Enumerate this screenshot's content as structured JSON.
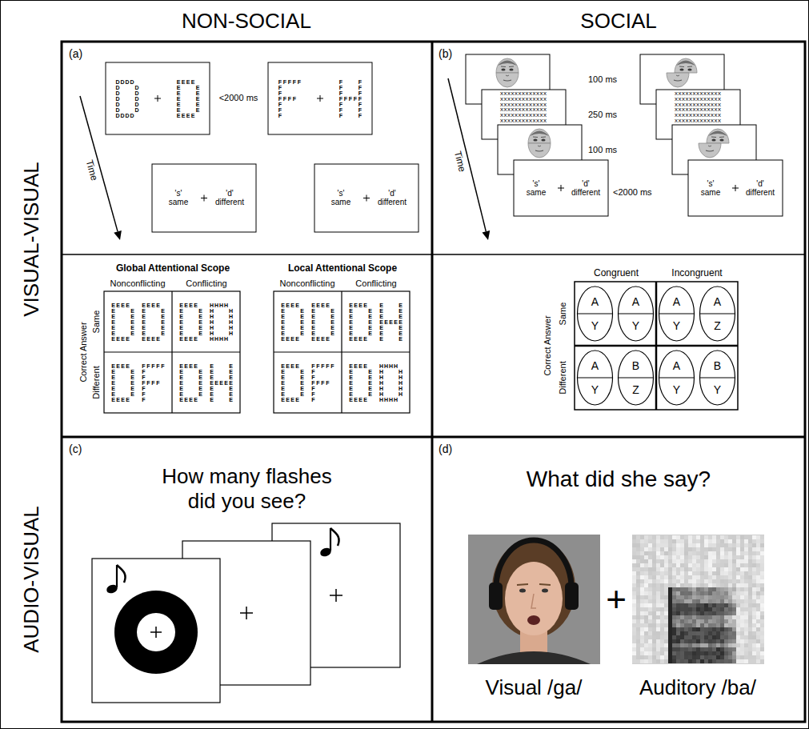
{
  "diagram": {
    "nodes": [
      {
        "text": [
          "(a)"
        ]
      },
      {
        "text": [
          "D",
          "E"
        ],
        "in": 0
      },
      {
        "text": [
          "'s' same",
          "'d' different"
        ],
        "in": 0
      },
      {
        "text": [
          "F",
          "F"
        ],
        "in": 0
      },
      {
        "text": [
          "'s' same",
          "'d' different"
        ],
        "in": 0
      },
      {
        "text": [
          "(b)"
        ]
      },
      {
        "text": [
          "xxxxxxxxxxxxx xxxxxxxxxxxxx xxxxxxxxxxxxx xxxxxxxxxxxxx xxxxxxxxxxxxx xxxxxxxxxxxxx"
        ],
        "in": 5
      },
      {
        "text": [
          "'s' same",
          "'d' different"
        ],
        "in": 5
      },
      {
        "text": [
          "xxxxxxxxxxxxx xxxxxxxxxxxxx xxxxxxxxxxxxx xxxxxxxxxxxxx xxxxxxxxxxxxx xxxxxxxxxxxxx"
        ],
        "in": 5
      },
      {
        "text": [
          "'s' same",
          "'d' different"
        ],
        "in": 5
      },
      {
        "text": [
          "(c)",
          "How many flashes did you see?"
        ]
      },
      {
        "text": [
          "(d)",
          "What did she say?"
        ]
      }
    ],
    "labels": [
      "NON-SOCIAL",
      "SOCIAL",
      "VISUAL-VISUAL",
      "AUDIO-VISUAL",
      "<2000 ms",
      "Time",
      "Global Attentional Scope",
      "Nonconflicting",
      "Conflicting",
      "Local Attentional Scope",
      "Nonconflicting",
      "Conflicting",
      "Correct Answer",
      "Same",
      "Different",
      "E",
      "E",
      "E",
      "H",
      "E",
      "F",
      "E",
      "E",
      "E",
      "E",
      "E",
      "E",
      "E",
      "F",
      "E",
      "H",
      "100 ms",
      "250 ms",
      "100 ms",
      "<2000 ms",
      "Time",
      "Congruent",
      "Incongruent",
      "Correct Answer",
      "Same",
      "Different",
      "A",
      "Y",
      "A",
      "Y",
      "A",
      "Y",
      "A",
      "Z",
      "A",
      "Y",
      "B",
      "Z",
      "A",
      "Y",
      "B",
      "Y",
      "+",
      "Visual /ga/",
      "Auditory /ba/"
    ]
  }
}
